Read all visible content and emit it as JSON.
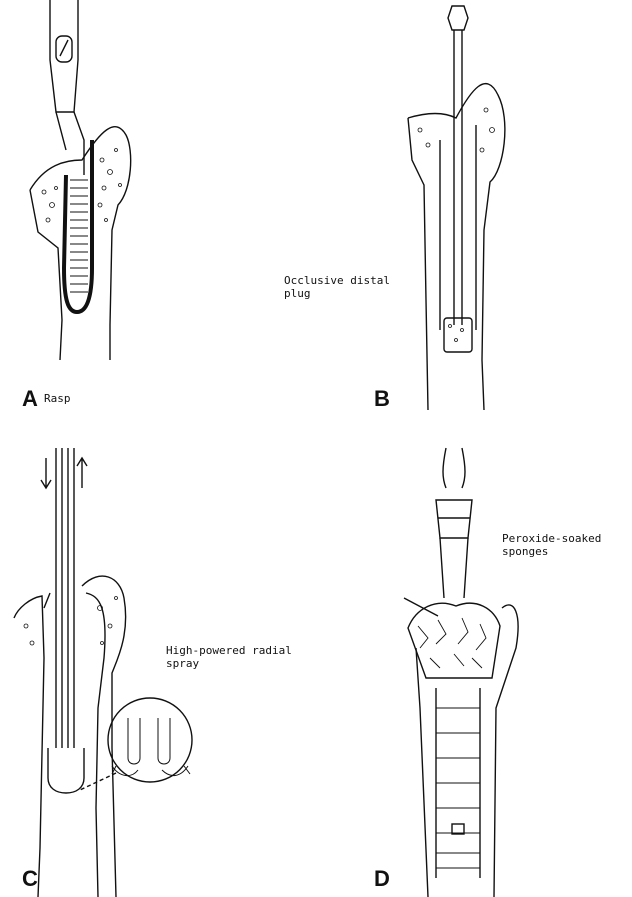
{
  "panels": [
    {
      "letter": "A",
      "caption": "Rasp"
    },
    {
      "letter": "B",
      "caption": "Occlusive distal\nplug"
    },
    {
      "letter": "C",
      "caption": "High-powered radial\nspray"
    },
    {
      "letter": "D",
      "caption": "Peroxide-soaked\nsponges"
    }
  ]
}
